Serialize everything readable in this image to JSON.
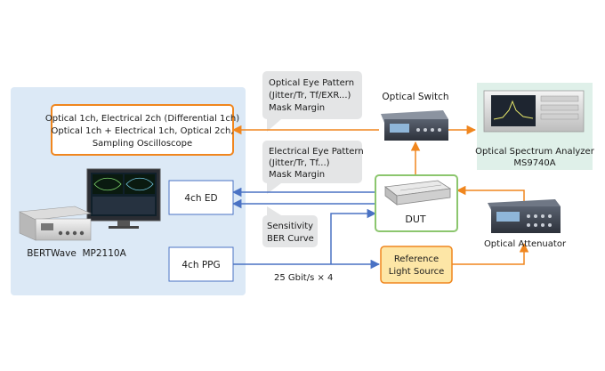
{
  "blocks": {
    "oscilloscope_box": {
      "line1": "Optical 1ch, Electrical 2ch (Differential 1ch)",
      "line2": "Optical 1ch + Electrical 1ch, Optical 2ch,",
      "line3": "Sampling Oscilloscope"
    },
    "ed_box": "4ch ED",
    "ppg_box": "4ch PPG",
    "dut_label": "DUT",
    "reference": {
      "line1": "Reference",
      "line2": "Light Source"
    }
  },
  "equipment": {
    "bertwave": "BERTWave  MP2110A",
    "optical_switch": "Optical Switch",
    "spectrum_analyzer": {
      "line1": "Optical Spectrum Analyzer",
      "line2": "MS9740A"
    },
    "attenuator": "Optical Attenuator"
  },
  "callouts": {
    "optical_eye": {
      "line1": "Optical Eye Pattern",
      "line2": "(Jitter/Tr, Tf/EXR...)",
      "line3": "Mask Margin"
    },
    "electrical_eye": {
      "line1": "Electrical Eye Pattern",
      "line2": "(Jitter/Tr, Tf...)",
      "line3": "Mask Margin"
    },
    "sensitivity": {
      "line1": "Sensitivity",
      "line2": "BER Curve"
    }
  },
  "signal_rate": "25 Gbit/s × 4",
  "colors": {
    "panel_bg": "#dce9f6",
    "callout_bg": "#e4e5e6",
    "orange": "#f0861e",
    "green": "#8cc66e",
    "blue": "#4a72c4",
    "ref_fill": "#fde6a6"
  }
}
